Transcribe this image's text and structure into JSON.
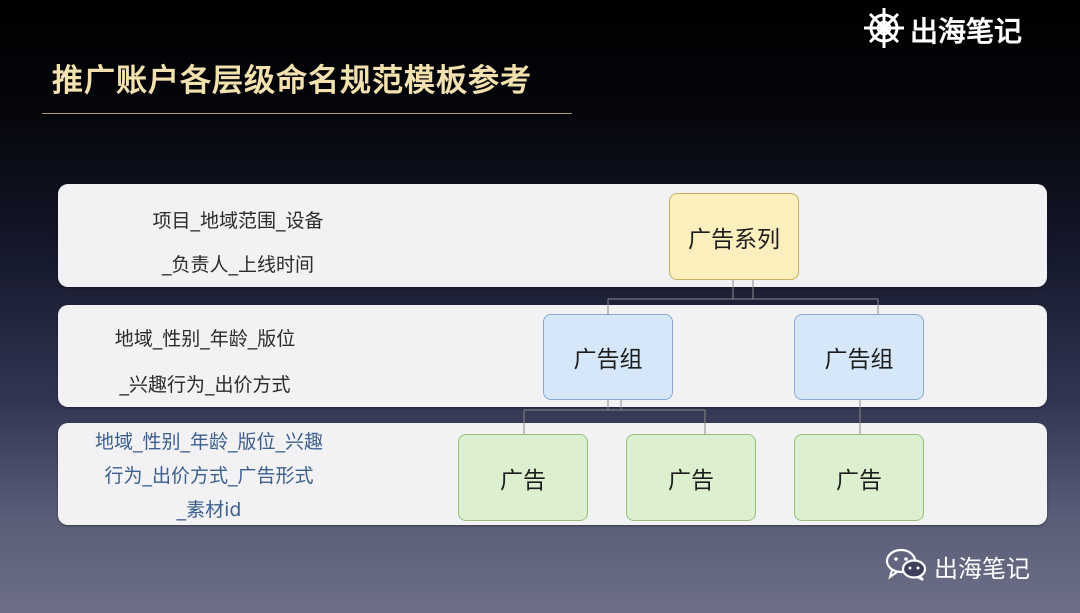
{
  "slide": {
    "title": "推广账户各层级命名规范模板参考",
    "brand_top": "出海笔记",
    "brand_bottom": "出海笔记",
    "brand_top_icon": "ship-helm-icon",
    "brand_bottom_icon": "wechat-icon",
    "title_color": "#f3e2b0",
    "band_color": "#f2f2f5"
  },
  "levels": [
    {
      "lines": [
        "项目_地域范围_设备",
        "_负责人_上线时间"
      ],
      "text_color": "#2b2b2b"
    },
    {
      "lines": [
        "地域_性别_年龄_版位",
        "_兴趣行为_出价方式"
      ],
      "text_color": "#2b2b2b"
    },
    {
      "lines": [
        "地域_性别_年龄_版位_兴趣",
        "行为_出价方式_广告形式",
        "_素材id"
      ],
      "text_color": "#3c5f8e"
    }
  ],
  "tree": {
    "campaign": {
      "label": "广告系列",
      "color": "#fcefbe"
    },
    "adgroups": [
      {
        "label": "广告组",
        "color": "#d6e7fa"
      },
      {
        "label": "广告组",
        "color": "#d6e7fa"
      }
    ],
    "ads": [
      {
        "label": "广告",
        "color": "#dcf0cf"
      },
      {
        "label": "广告",
        "color": "#dcf0cf"
      },
      {
        "label": "广告",
        "color": "#dcf0cf"
      }
    ]
  }
}
